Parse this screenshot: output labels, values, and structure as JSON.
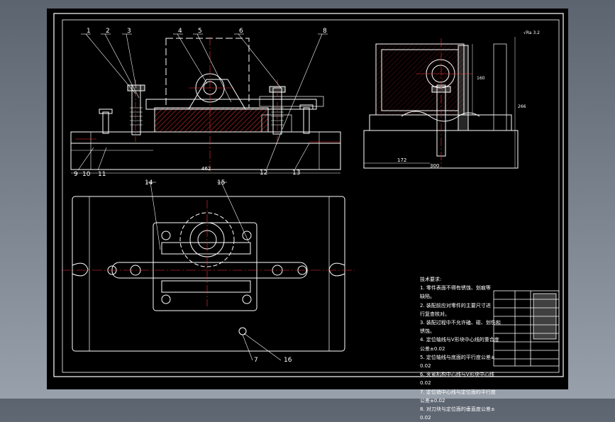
{
  "drawing": {
    "callouts_top": [
      "1",
      "2",
      "3",
      "4",
      "5",
      "6",
      "8"
    ],
    "callouts_bottom": [
      "9",
      "10",
      "11",
      "12",
      "13"
    ],
    "callouts_plan": [
      "14",
      "15",
      "7",
      "16"
    ],
    "dim_width_front": "462",
    "dim_side_left": "172",
    "dim_side_total": "300",
    "dim_side_height": "160",
    "dim_side_right": "266",
    "roughness_note": "√Ra 3.2"
  },
  "notes": {
    "title": "技术要求:",
    "lines": [
      "1. 零件表面不得有锈蚀、划痕等",
      "缺陷。",
      "2. 装配前应对零件的主要尺寸进",
      "行复查核对。",
      "3. 装配过程中不允许磕、碰、划伤和",
      "锈蚀。",
      "4. 定位轴线与V形块中心线的重合度",
      "公差±0.02",
      "5. 定位轴线与底面的平行度公差±",
      "0.02",
      "6. 夹紧机构中心线与V形块中心线",
      "0.02",
      "7. 定位销中心线与定位面的平行度",
      "公差±0.02",
      "8. 对刀块与定位面的垂直度公差±",
      "0.02"
    ]
  }
}
